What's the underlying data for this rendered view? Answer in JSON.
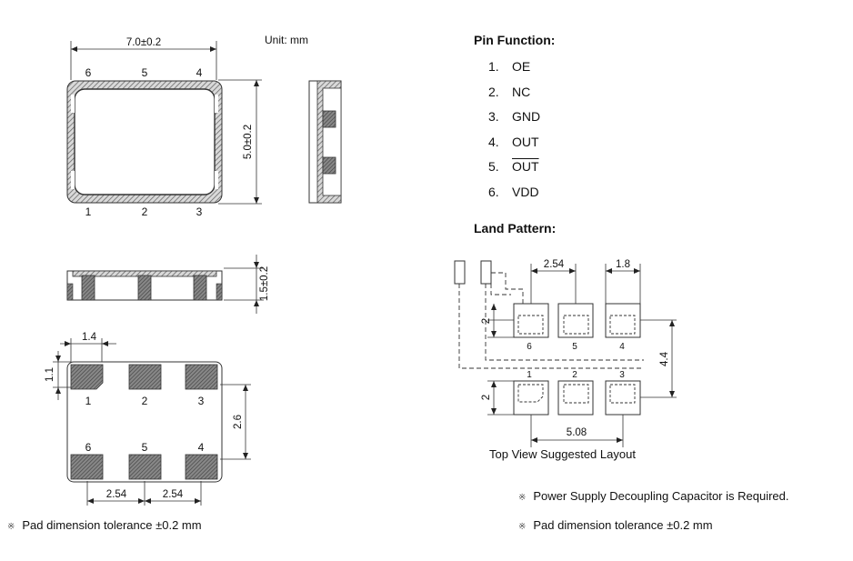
{
  "drawing": {
    "unit_label": "Unit: mm",
    "top_view": {
      "width_dim": "7.0±0.2",
      "height_dim": "5.0±0.2",
      "pin_numbers_top": [
        "6",
        "5",
        "4"
      ],
      "pin_numbers_bottom": [
        "1",
        "2",
        "3"
      ]
    },
    "side_view": {
      "height_dim": "1.5±0.2"
    },
    "bottom_view": {
      "pad_width_dim": "1.4",
      "pad_height_dim": "1.1",
      "row_spacing_dim": "2.6",
      "pitch_dims": [
        "2.54",
        "2.54"
      ],
      "pin_numbers_top": [
        "1",
        "2",
        "3"
      ],
      "pin_numbers_bottom": [
        "6",
        "5",
        "4"
      ]
    },
    "pad_note": "Pad dimension tolerance ±0.2 mm"
  },
  "pin_function": {
    "heading": "Pin Function:",
    "pins": [
      {
        "num": "1.",
        "name": "OE",
        "overline": false
      },
      {
        "num": "2.",
        "name": "NC",
        "overline": false
      },
      {
        "num": "3.",
        "name": "GND",
        "overline": false
      },
      {
        "num": "4.",
        "name": "OUT",
        "overline": false
      },
      {
        "num": "5.",
        "name": "OUT",
        "overline": true
      },
      {
        "num": "6.",
        "name": "VDD",
        "overline": false
      }
    ]
  },
  "land_pattern": {
    "heading": "Land Pattern:",
    "pitch_dim": "2.54",
    "pad_width_dim": "1.8",
    "pad_height_dims": [
      "2",
      "2"
    ],
    "row_spacing_dim": "4.4",
    "span_dim": "5.08",
    "pin_numbers_top": [
      "6",
      "5",
      "4"
    ],
    "pin_numbers_bottom": [
      "1",
      "2",
      "3"
    ],
    "caption": "Top View Suggested Layout"
  },
  "notes": [
    "Power Supply Decoupling Capacitor is Required.",
    "Pad dimension tolerance ±0.2 mm"
  ],
  "note_mark": "※"
}
